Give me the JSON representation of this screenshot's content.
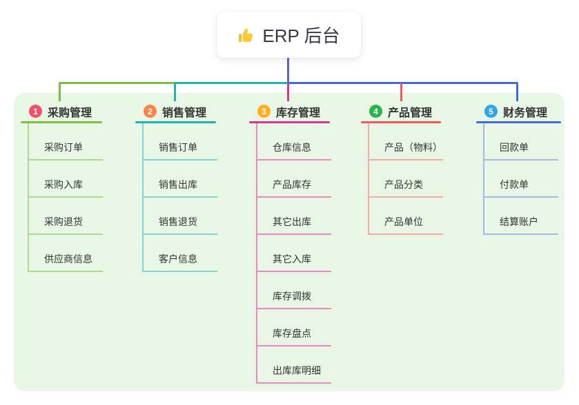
{
  "root": {
    "label": "ERP 后台",
    "icon": "thumbs-up-icon"
  },
  "connectors": {
    "root_stem_color": "#5a63c8",
    "panel_color": "#e8f6e5"
  },
  "branches": [
    {
      "badge": "1",
      "label": "采购管理",
      "line_color": "#7cbe41",
      "badge_color": "#f2506a",
      "child_line_color": "#b0d88b",
      "children": [
        "采购订单",
        "采购入库",
        "采购退货",
        "供应商信息"
      ]
    },
    {
      "badge": "2",
      "label": "销售管理",
      "line_color": "#1fb3ae",
      "badge_color": "#fb8444",
      "child_line_color": "#7fd4cf",
      "children": [
        "销售订单",
        "销售出库",
        "销售退货",
        "客户信息"
      ]
    },
    {
      "badge": "3",
      "label": "库存管理",
      "line_color": "#e0318f",
      "badge_color": "#ffae23",
      "child_line_color": "#ee86bf",
      "children": [
        "仓库信息",
        "产品库存",
        "其它出库",
        "其它入库",
        "库存调拨",
        "库存盘点",
        "出库库明细"
      ]
    },
    {
      "badge": "4",
      "label": "产品管理",
      "line_color": "#f8545c",
      "badge_color": "#2eb24c",
      "child_line_color": "#f9a9a5",
      "children": [
        "产品（物料）",
        "产品分类",
        "产品单位"
      ]
    },
    {
      "badge": "5",
      "label": "财务管理",
      "line_color": "#4167e0",
      "badge_color": "#31a3e9",
      "child_line_color": "#a6b7e6",
      "children": [
        "回款单",
        "付款单",
        "结算账户"
      ]
    }
  ]
}
